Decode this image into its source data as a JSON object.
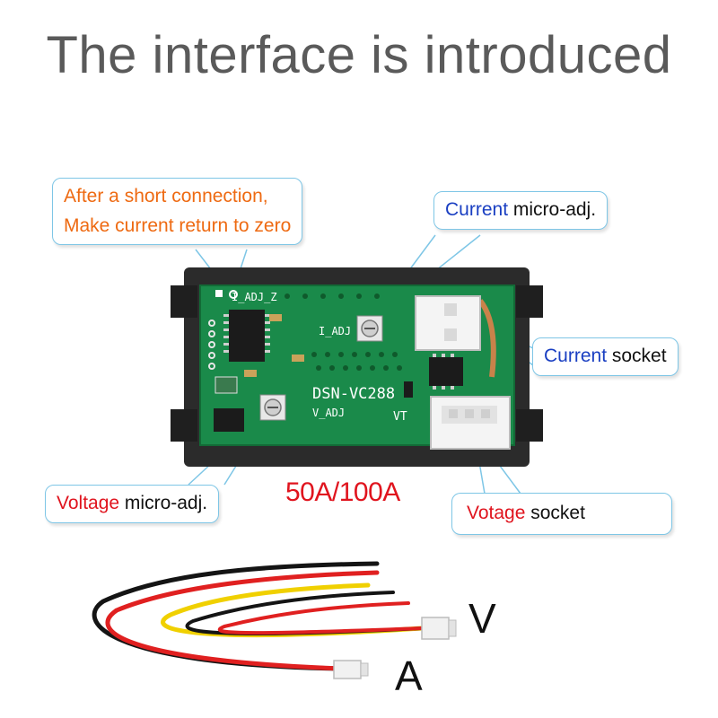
{
  "title": "The interface is introduced",
  "callouts": {
    "zero": {
      "line1": "After a short connection,",
      "line2": "Make current return to zero"
    },
    "current_adj": {
      "colored": "Current",
      "rest": " micro-adj."
    },
    "current_socket": {
      "colored": "Current",
      "rest": " socket"
    },
    "voltage_adj": {
      "colored": "Voltage",
      "rest": " micro-adj."
    },
    "voltage_socket": {
      "colored": "Votage",
      "rest": " socket"
    }
  },
  "rating": "50A/100A",
  "pcb": {
    "model": "DSN-VC288",
    "i_adj_z": "I_ADJ_Z",
    "i_adj": "I_ADJ",
    "v_adj": "V_ADJ",
    "vt": "VT"
  },
  "wire_labels": {
    "voltage": "V",
    "current": "A"
  },
  "colors": {
    "callout_border": "#7ec6e6",
    "highlight_orange": "#ee6a12",
    "highlight_blue": "#1a3fc2",
    "highlight_red": "#e0141e",
    "pcb_green": "#1a8a4a"
  }
}
